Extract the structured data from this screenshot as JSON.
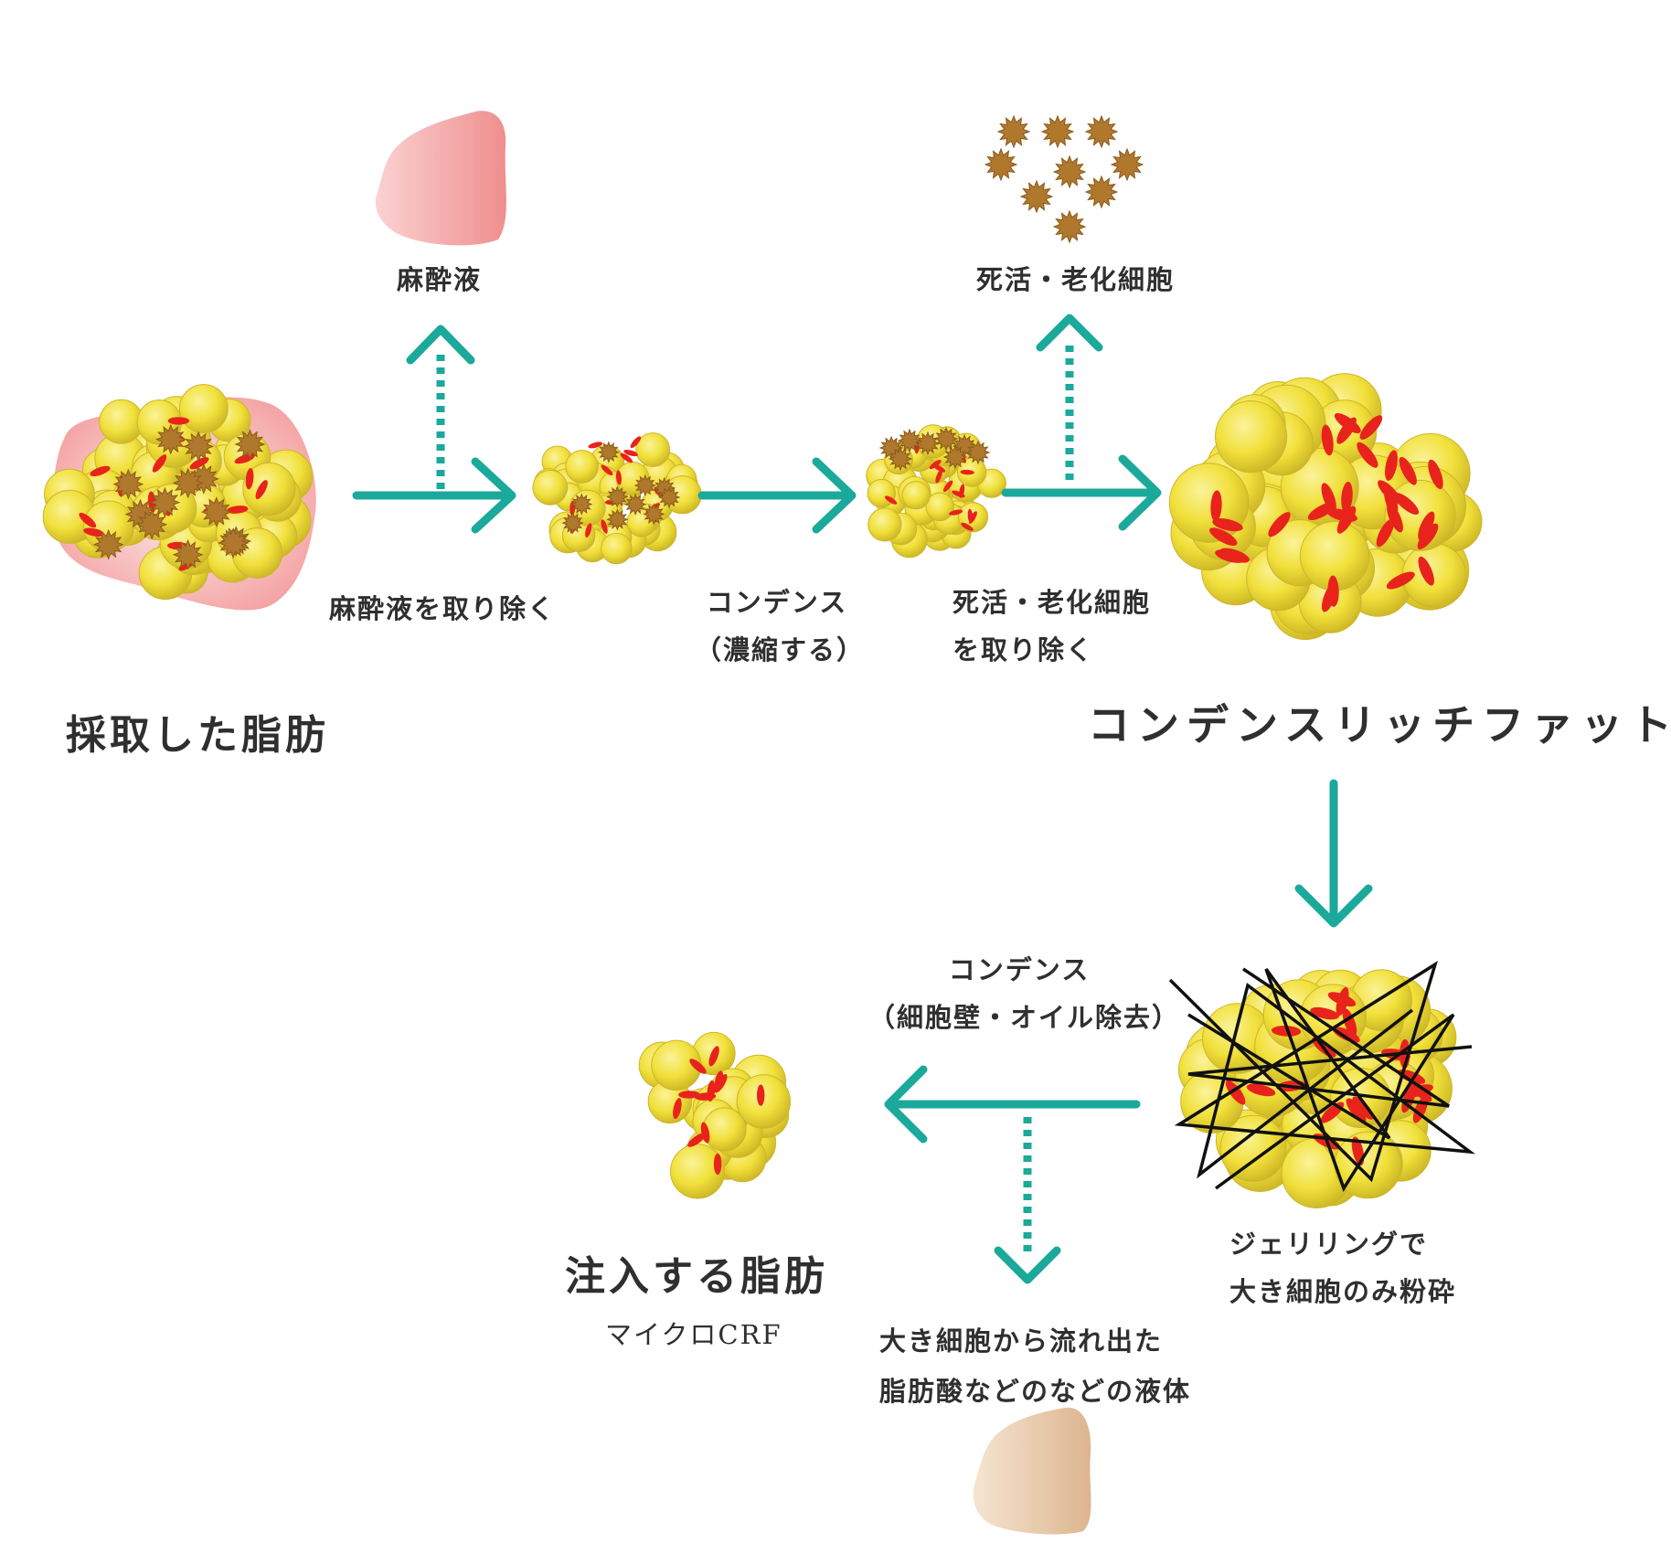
{
  "colors": {
    "arrow": "#1aa99a",
    "fat_cell": "#f3e23a",
    "red_cell": "#e8231c",
    "dead_cell": "#b0782c",
    "anesthetic": "#f5a3a3",
    "liquid": "#e9c9a6",
    "lines": "#111111"
  },
  "icons": [
    "fat-cluster",
    "dead-cell-spiky",
    "anesthetic-blob",
    "liquid-blob",
    "gel-ring-lines"
  ],
  "labels": {
    "anesthetic": "麻酔液",
    "dead_cells": "死活・老化細胞",
    "remove_anesthetic": "麻酔液を取り除く",
    "condense_1_line1": "コンデンス",
    "condense_1_line2": "（濃縮する）",
    "remove_dead_line1": "死活・老化細胞",
    "remove_dead_line2": "を取り除く",
    "harvested_fat": "採取した脂肪",
    "condense_rich_fat": "コンデンスリッチファット",
    "condense_2_line1": "コンデンス",
    "condense_2_line2": "（細胞壁・オイル除去）",
    "gel_ring_line1": "ジェリリングで",
    "gel_ring_line2": "大き細胞のみ粉砕",
    "injected_fat": "注入する脂肪",
    "micro_crf": "マイクロCRF",
    "liquid_line1": "大き細胞から流れ出た",
    "liquid_line2": "脂肪酸などのなどの液体"
  }
}
